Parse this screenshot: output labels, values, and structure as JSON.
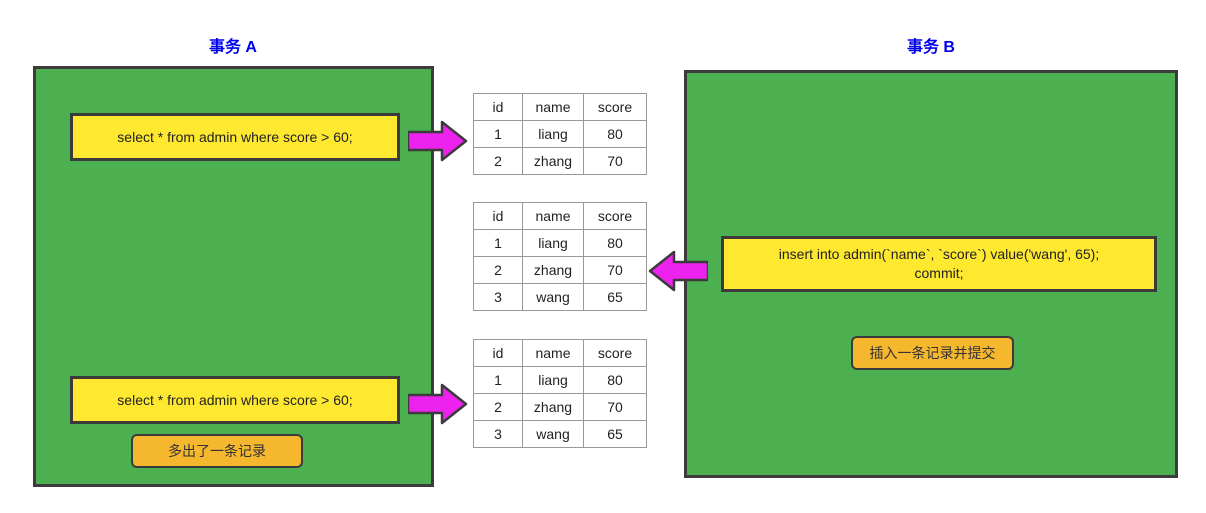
{
  "transactions": {
    "a": {
      "title": "事务 A",
      "statements": [
        "select * from admin where score > 60;",
        "select * from admin where score > 60;"
      ],
      "note": "多出了一条记录"
    },
    "b": {
      "title": "事务 B",
      "statements": [
        "insert into admin(`name`, `score`) value('wang', 65);\ncommit;"
      ],
      "note": "插入一条记录并提交"
    }
  },
  "arrows": [
    {
      "name": "arrow-right-first-select",
      "direction": "right"
    },
    {
      "name": "arrow-left-insert",
      "direction": "left"
    },
    {
      "name": "arrow-right-second-select",
      "direction": "right"
    }
  ],
  "tables": [
    {
      "headers": [
        "id",
        "name",
        "score"
      ],
      "rows": [
        [
          "1",
          "liang",
          "80"
        ],
        [
          "2",
          "zhang",
          "70"
        ]
      ]
    },
    {
      "headers": [
        "id",
        "name",
        "score"
      ],
      "rows": [
        [
          "1",
          "liang",
          "80"
        ],
        [
          "2",
          "zhang",
          "70"
        ],
        [
          "3",
          "wang",
          "65"
        ]
      ]
    },
    {
      "headers": [
        "id",
        "name",
        "score"
      ],
      "rows": [
        [
          "1",
          "liang",
          "80"
        ],
        [
          "2",
          "zhang",
          "70"
        ],
        [
          "3",
          "wang",
          "65"
        ]
      ]
    }
  ],
  "colors": {
    "panel_green": "#4caf50",
    "sql_yellow": "#ffe830",
    "note_orange": "#f5b72e",
    "arrow_magenta": "#ee22ee",
    "title_blue": "#0000ee",
    "outline_dark": "#3b3b3b"
  }
}
